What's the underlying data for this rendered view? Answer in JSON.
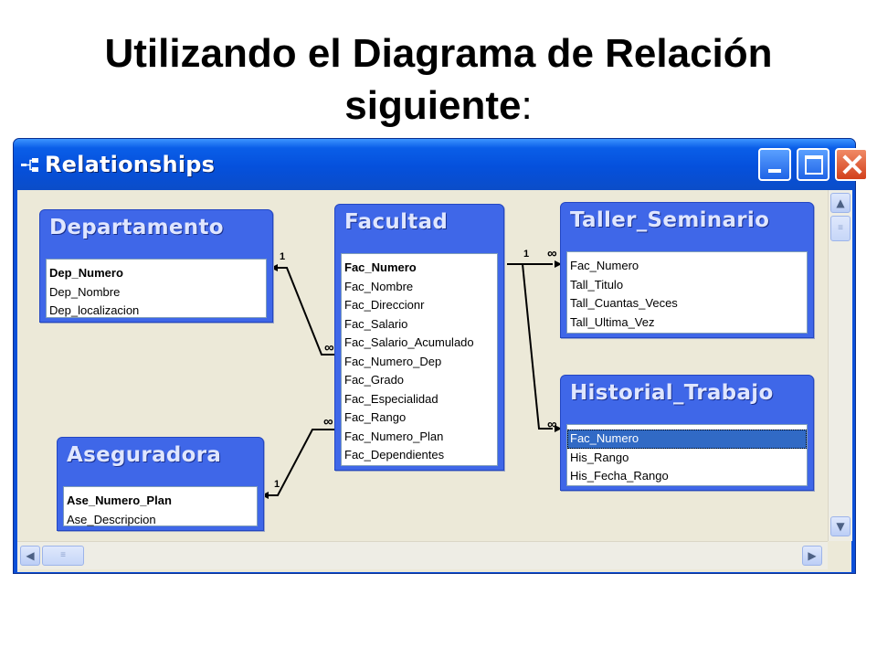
{
  "slide": {
    "title_line1": "Utilizando el Diagrama de Relación",
    "title_line2": "siguiente",
    "title_colon": ":"
  },
  "window": {
    "title": "Relationships",
    "icon": "relationships-icon",
    "controls": [
      "minimize-icon",
      "maximize-icon",
      "close-icon"
    ],
    "title_bar_color": "#0550dc",
    "table_header_color": "#3f67e8"
  },
  "tables": {
    "departamento": {
      "name": "Departamento",
      "fields": [
        "Dep_Numero",
        "Dep_Nombre",
        "Dep_localizacion"
      ],
      "primary_key": "Dep_Numero"
    },
    "facultad": {
      "name": "Facultad",
      "fields": [
        "Fac_Numero",
        "Fac_Nombre",
        "Fac_Direccionr",
        "Fac_Salario",
        "Fac_Salario_Acumulado",
        "Fac_Numero_Dep",
        "Fac_Grado",
        "Fac_Especialidad",
        "Fac_Rango",
        "Fac_Numero_Plan",
        "Fac_Dependientes"
      ],
      "primary_key": "Fac_Numero"
    },
    "taller_seminario": {
      "name": "Taller_Seminario",
      "fields": [
        "Fac_Numero",
        "Tall_Titulo",
        "Tall_Cuantas_Veces",
        "Tall_Ultima_Vez"
      ]
    },
    "historial_trabajo": {
      "name": "Historial_Trabajo",
      "fields": [
        "Fac_Numero",
        "His_Rango",
        "His_Fecha_Rango"
      ],
      "selected_field": "Fac_Numero"
    },
    "aseguradora": {
      "name": "Aseguradora",
      "fields": [
        "Ase_Numero_Plan",
        "Ase_Descripcion"
      ],
      "primary_key": "Ase_Numero_Plan"
    }
  },
  "relationships": {
    "one_label": "1",
    "many_label": "∞",
    "links": [
      {
        "from": "Departamento.Dep_Numero",
        "to": "Facultad.Fac_Numero_Dep",
        "from_end": "1",
        "to_end": "∞"
      },
      {
        "from": "Aseguradora.Ase_Numero_Plan",
        "to": "Facultad.Fac_Numero_Plan",
        "from_end": "1",
        "to_end": "∞"
      },
      {
        "from": "Facultad.Fac_Numero",
        "to": "Taller_Seminario.Fac_Numero",
        "from_end": "1",
        "to_end": "∞"
      },
      {
        "from": "Facultad.Fac_Numero",
        "to": "Historial_Trabajo.Fac_Numero",
        "from_end": "1",
        "to_end": "∞"
      }
    ]
  },
  "scrollbars": {
    "up_arrow": "▲",
    "down_arrow": "▼",
    "left_arrow": "◀",
    "right_arrow": "▶",
    "grip": "≡"
  }
}
